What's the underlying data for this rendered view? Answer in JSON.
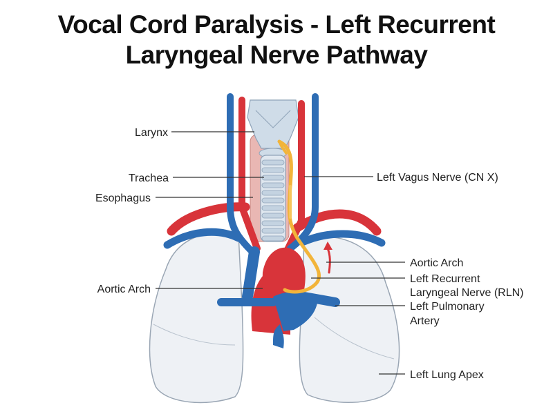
{
  "title": {
    "line1": "Vocal Cord Paralysis - Left Recurrent",
    "line2": "Laryngeal Nerve Pathway"
  },
  "labels": {
    "larynx": "Larynx",
    "trachea": "Trachea",
    "esophagus": "Esophagus",
    "aortic_arch_left": "Aortic Arch",
    "left_vagus": "Left Vagus Nerve (CN X)",
    "aortic_arch_right": "Aortic Arch",
    "rln_line1": "Left Recurrent",
    "rln_line2": "Laryngeal Nerve (RLN)",
    "pulm_line1": "Left Pulmonary",
    "pulm_line2": "Artery",
    "lung_apex": "Left Lung Apex"
  },
  "colors": {
    "artery": "#d8343a",
    "vein": "#2e6db4",
    "nerve": "#f2b43a",
    "cartilage": "#cfdce8",
    "lung_fill": "#eef1f5",
    "lung_stroke": "#9aa6b4"
  }
}
